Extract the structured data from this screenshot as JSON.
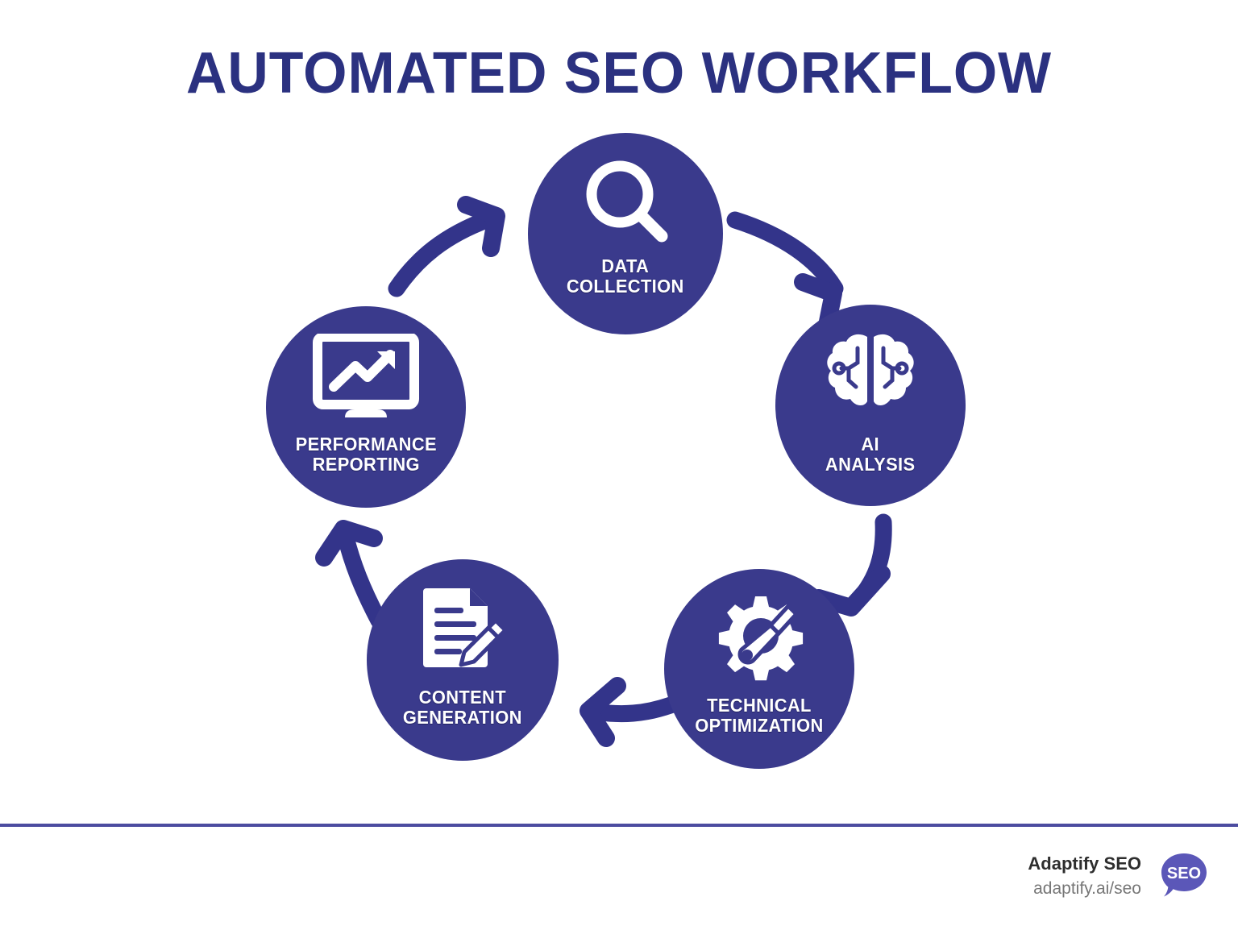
{
  "page": {
    "title": "AUTOMATED SEO WORKFLOW",
    "background_color": "#FFFFFF",
    "title_color": "#2B3180"
  },
  "theme": {
    "node_fill": "#3A3A8C",
    "arrow_color": "#33348A",
    "divider_color": "#4C4CA0",
    "logo_color": "#5B57B8",
    "icon_color": "#FFFFFF"
  },
  "diagram": {
    "type": "cycle",
    "direction": "clockwise",
    "step_count": 5,
    "nodes": [
      {
        "id": "data-collection",
        "label": "DATA\nCOLLECTION",
        "icon": "magnifying-glass-icon",
        "order": 1
      },
      {
        "id": "ai-analysis",
        "label": "AI\nANALYSIS",
        "icon": "brain-circuit-icon",
        "order": 2
      },
      {
        "id": "technical-optimization",
        "label": "TECHNICAL\nOPTIMIZATION",
        "icon": "gear-wrench-icon",
        "order": 3
      },
      {
        "id": "content-generation",
        "label": "CONTENT\nGENERATION",
        "icon": "document-pencil-icon",
        "order": 4
      },
      {
        "id": "performance-reporting",
        "label": "PERFORMANCE\nREPORTING",
        "icon": "monitor-chart-icon",
        "order": 5
      }
    ],
    "connectors": [
      {
        "id": "arrow-data-to-ai",
        "from": "data-collection",
        "to": "ai-analysis",
        "style": "curved"
      },
      {
        "id": "arrow-ai-to-technical",
        "from": "ai-analysis",
        "to": "technical-optimization",
        "style": "curved"
      },
      {
        "id": "arrow-technical-to-content",
        "from": "technical-optimization",
        "to": "content-generation",
        "style": "straight"
      },
      {
        "id": "arrow-content-to-performance",
        "from": "content-generation",
        "to": "performance-reporting",
        "style": "curved"
      },
      {
        "id": "arrow-performance-to-data",
        "from": "performance-reporting",
        "to": "data-collection",
        "style": "curved"
      }
    ]
  },
  "footer": {
    "brand": "Adaptify SEO",
    "url": "adaptify.ai/seo",
    "logo_text": "SEO",
    "logo_icon": "speech-bubble-icon"
  }
}
